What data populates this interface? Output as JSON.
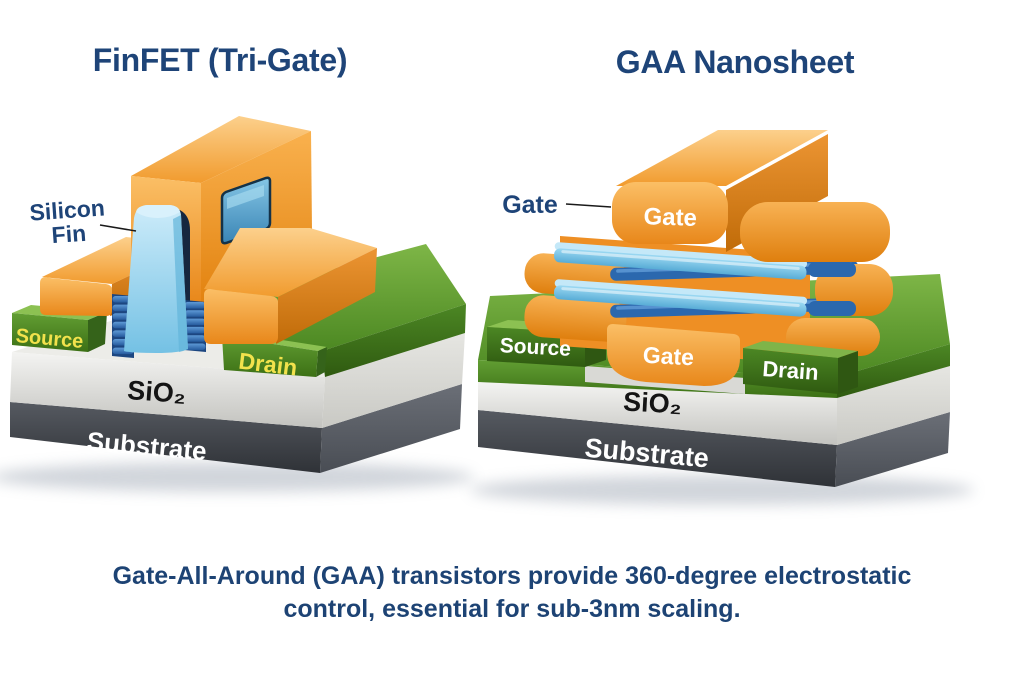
{
  "left": {
    "title": "FinFET (Tri-Gate)",
    "callout_line1": "Silicon",
    "callout_line2": "Fin",
    "labels": {
      "source": "Source",
      "drain": "Drain",
      "oxide": "SiO₂",
      "substrate": "Substrate"
    }
  },
  "right": {
    "title": "GAA Nanosheet",
    "callout": "Gate",
    "labels": {
      "gate_top": "Gate",
      "gate_bottom": "Gate",
      "source": "Source",
      "drain": "Drain",
      "oxide": "SiO₂",
      "substrate": "Substrate"
    }
  },
  "caption": {
    "line1": "Gate-All-Around (GAA) transistors provide 360-degree electrostatic",
    "line2": "control, essential for sub-3nm scaling."
  },
  "colors": {
    "heading_navy": "#1e4478",
    "gate_orange": "#f09330",
    "epi_green": "#4c8822",
    "silicon_fin_blue": "#8fd2ee",
    "nanosheet_dark_blue": "#2b68ae",
    "oxide_gray": "#d9d9d5",
    "substrate_gray": "#4a4e55",
    "label_yellow": "#f0e14d",
    "label_white": "#ffffff"
  }
}
